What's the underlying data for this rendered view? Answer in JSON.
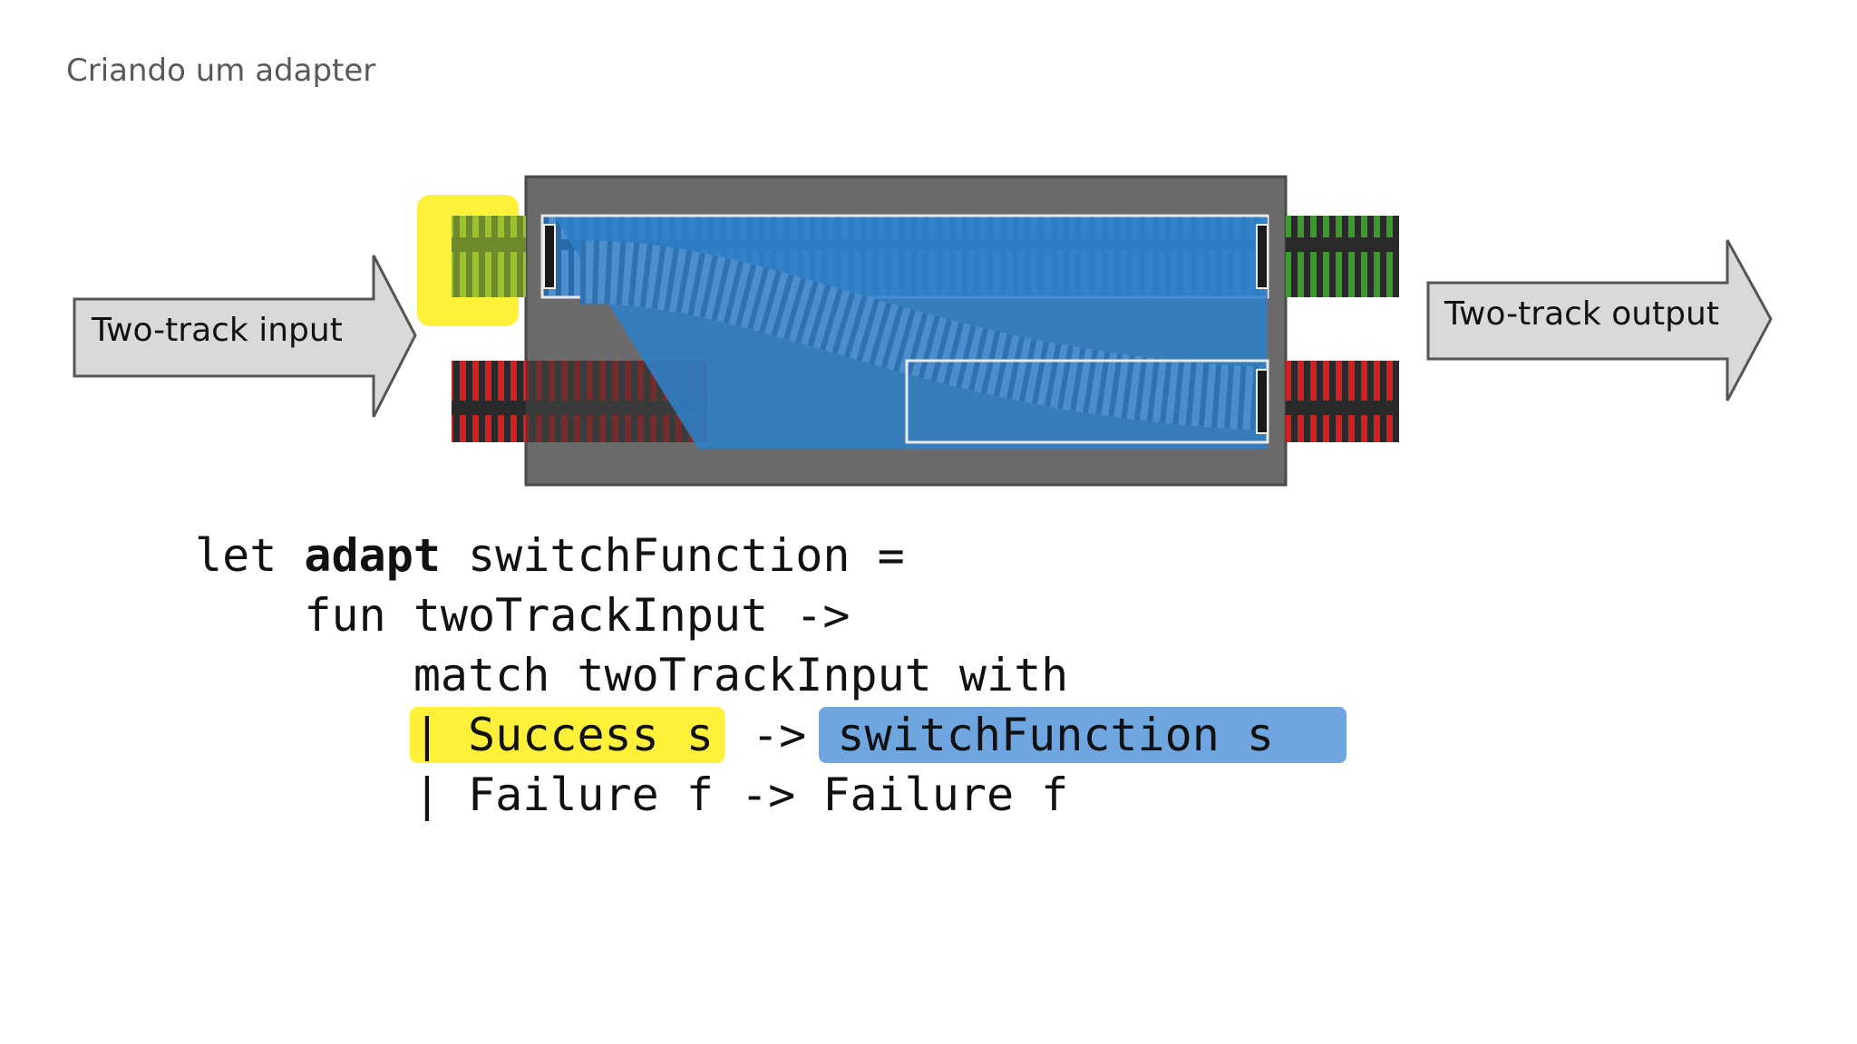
{
  "slide": {
    "title": "Criando um adapter"
  },
  "diagram": {
    "input_label": "Two-track input",
    "output_label": "Two-track output",
    "colors": {
      "success_track": "#3a9a2a",
      "failure_track": "#d42020",
      "switch_overlay": "#2f7fc7",
      "yellow_highlight": "#fff03a",
      "housing": "#6b6b6b",
      "arrow_fill": "#d9d9d9"
    }
  },
  "code": {
    "line1_kw": "let ",
    "line1_name": "adapt",
    "line1_rest": " switchFunction =",
    "line2": "    fun twoTrackInput ->",
    "line3": "        match twoTrackInput with",
    "line4_indent": "        ",
    "line4_success": "| Success s",
    "line4_arrow": " -> ",
    "line4_switch": "switchFunction s",
    "line5": "        | Failure f -> Failure f"
  }
}
